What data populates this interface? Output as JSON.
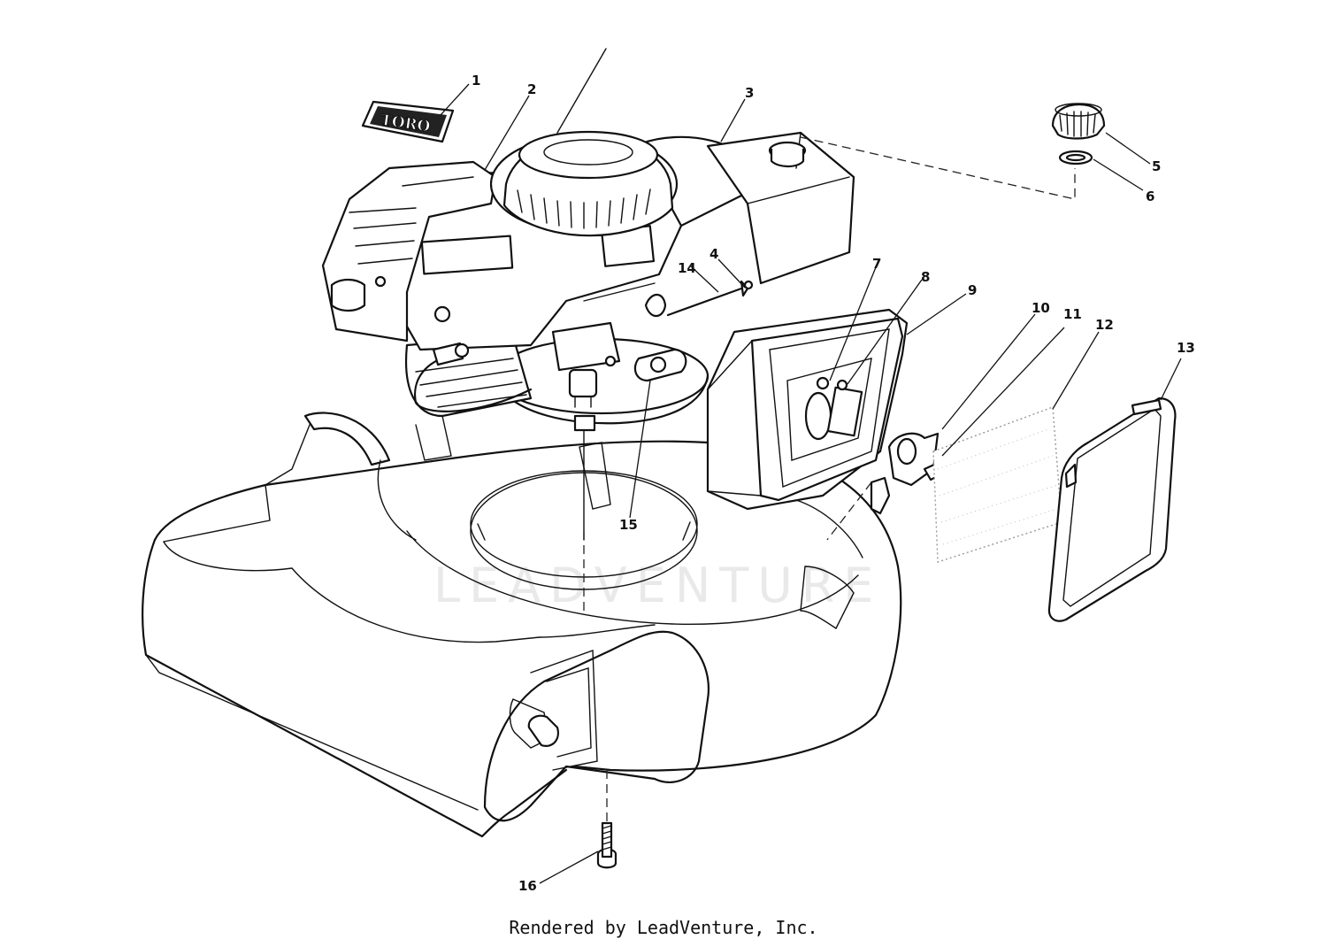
{
  "logo_text": "TORO",
  "watermark": "LEADVENTURE",
  "footer": "Rendered by LeadVenture, Inc.",
  "callouts": [
    "1",
    "2",
    "3",
    "4",
    "5",
    "6",
    "7",
    "8",
    "9",
    "10",
    "11",
    "12",
    "13",
    "14",
    "15",
    "16"
  ]
}
